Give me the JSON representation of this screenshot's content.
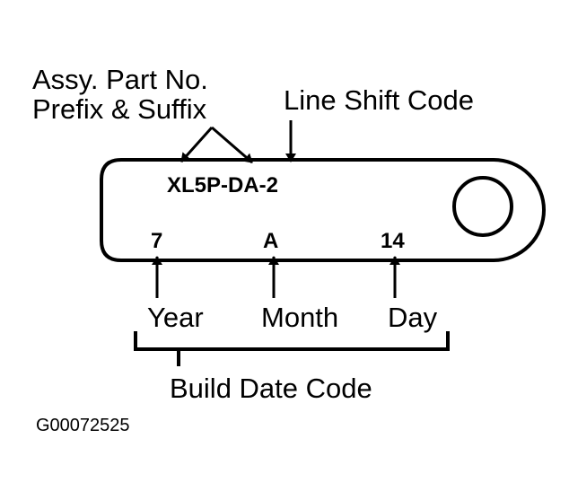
{
  "labels": {
    "part_number_line1": "Assy. Part No.",
    "part_number_line2": "Prefix & Suffix",
    "line_shift": "Line Shift Code",
    "year": "Year",
    "month": "Month",
    "day": "Day",
    "build_date": "Build Date Code",
    "figure_id": "G00072525"
  },
  "tag": {
    "part_number": "XL5P-DA-2",
    "year_code": "7",
    "month_code": "A",
    "day_code": "14"
  },
  "colors": {
    "ink": "#000000",
    "background": "#ffffff"
  }
}
